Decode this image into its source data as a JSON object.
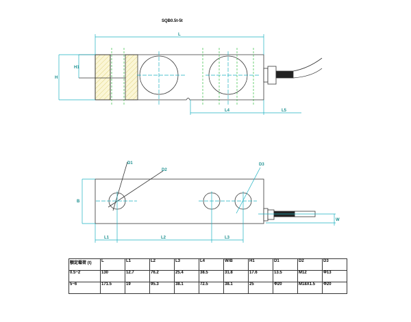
{
  "title": "SQB0.5t-5t",
  "dimensions": {
    "L": "L",
    "H": "H",
    "H1": "H1",
    "L4": "L4",
    "L5": "L5",
    "B": "B",
    "L1": "L1",
    "L2": "L2",
    "L3": "L3",
    "D1": "D1",
    "D2": "D2",
    "D3": "D3",
    "W": "W"
  },
  "table": {
    "headers": [
      "额定载荷 (t)",
      "L",
      "L1",
      "L2",
      "L3",
      "L4",
      "W/B",
      "H1",
      "D1",
      "D2",
      "D3"
    ],
    "rows": [
      [
        "0.5~2",
        "130",
        "12.7",
        "76.2",
        "25.4",
        "38.5",
        "31.8",
        "17.6",
        "13.5",
        "M12",
        "Φ13"
      ],
      [
        "5~6",
        "171.5",
        "19",
        "95.3",
        "38.1",
        "72.5",
        "38.1",
        "25",
        "Φ20",
        "M18X1.5",
        "Φ20"
      ]
    ]
  }
}
